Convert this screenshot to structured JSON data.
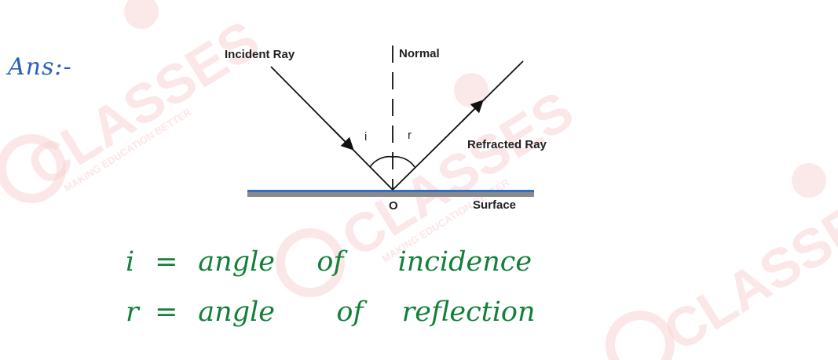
{
  "answer_label": "Ans:-",
  "diagram": {
    "incident_label": "Incident Ray",
    "normal_label": "Normal",
    "reflected_label": "Refracted Ray",
    "angle_i_label": "i",
    "angle_r_label": "r",
    "point_label": "O",
    "surface_label": "Surface"
  },
  "notes": [
    {
      "symbol": "i",
      "eq": "=",
      "w1": "angle",
      "w2": "of",
      "w3": "incidence"
    },
    {
      "symbol": "r",
      "eq": "=",
      "w1": "angle",
      "w2": "of",
      "w3": "reflection"
    }
  ],
  "watermark": {
    "text": "CLASSES",
    "tagline": "MAKING EDUCATION BETTER"
  },
  "colors": {
    "ink_blue": "#2a5fc0",
    "ink_green": "#13803a",
    "surface_blue": "#2f6fc7",
    "surface_gray": "#8a8a8a",
    "watermark": "#f6caca"
  }
}
